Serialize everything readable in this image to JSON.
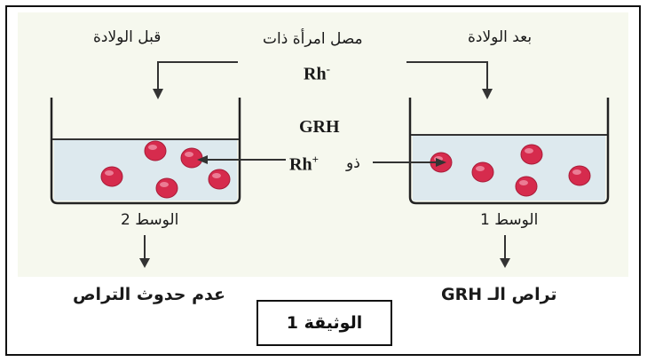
{
  "labels": {
    "before_birth": "قبل الولادة",
    "after_birth": "بعد الولادة",
    "serum_woman": "مصل امرأة ذات",
    "rh_neg_base": "Rh",
    "rh_neg_sup": "-",
    "grh": "GRH",
    "dhu": "ذو",
    "rh_pos_base": "Rh",
    "rh_pos_sup": "+",
    "medium_2": "الوسط 2",
    "medium_1": "الوسط 1",
    "no_agglutination": "عدم حدوث التراص",
    "grh_agglutination": "تراص الـ GRH",
    "document": "الوثيقة 1"
  },
  "colors": {
    "cell_fill": "#d62b4d",
    "cell_highlight": "#f4a0b2",
    "liquid": "#dde9ee",
    "panel": "#f6f8ee"
  }
}
